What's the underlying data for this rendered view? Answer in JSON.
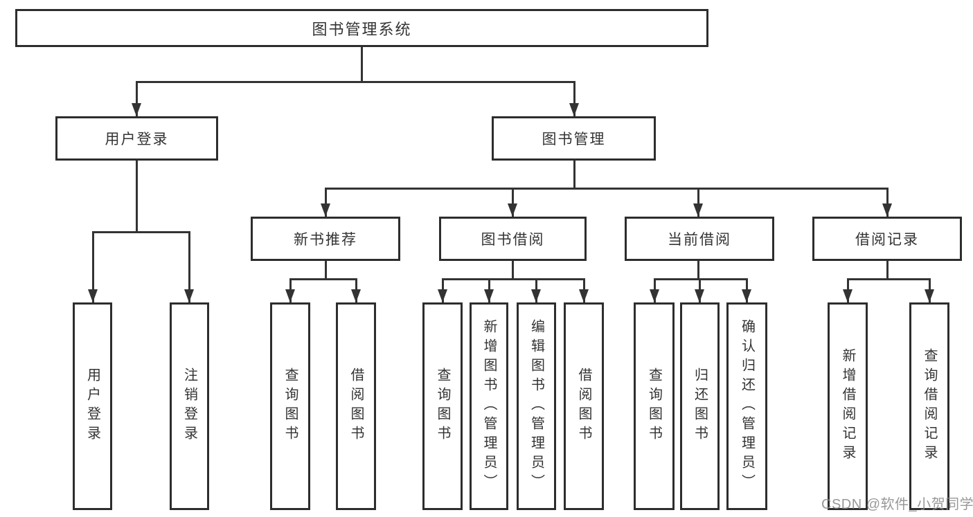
{
  "nodes": {
    "root": "图书管理系统",
    "user_login": "用户登录",
    "book_mgmt": "图书管理",
    "new_book_rec": "新书推荐",
    "book_borrow": "图书借阅",
    "current_borrow": "当前借阅",
    "borrow_record": "借阅记录",
    "leaf_user_login": "用户登录",
    "leaf_logout": "注销登录",
    "leaf_rec_query_book": "查询图书",
    "leaf_rec_borrow_book": "借阅图书",
    "leaf_bb_query_book": "查询图书",
    "leaf_bb_add_book": "新增图书（管理员）",
    "leaf_bb_edit_book": "编辑图书（管理员）",
    "leaf_bb_borrow_book": "借阅图书",
    "leaf_cb_query_book": "查询图书",
    "leaf_cb_return_book": "归还图书",
    "leaf_cb_confirm_return": "确认归还（管理员）",
    "leaf_br_add_record": "新增借阅记录",
    "leaf_br_query_record": "查询借阅记录"
  },
  "hierarchy": {
    "图书管理系统": {
      "用户登录": [
        "用户登录",
        "注销登录"
      ],
      "图书管理": {
        "新书推荐": [
          "查询图书",
          "借阅图书"
        ],
        "图书借阅": [
          "查询图书",
          "新增图书（管理员）",
          "编辑图书（管理员）",
          "借阅图书"
        ],
        "当前借阅": [
          "查询图书",
          "归还图书",
          "确认归还（管理员）"
        ],
        "借阅记录": [
          "新增借阅记录",
          "查询借阅记录"
        ]
      }
    }
  },
  "watermark": {
    "text": "CSDN @软件_小贺同学"
  },
  "colors": {
    "line": "#333333",
    "box_border": "#2d2d2d",
    "text": "#333333",
    "watermark": "#8a8a8a",
    "background": "#ffffff"
  }
}
